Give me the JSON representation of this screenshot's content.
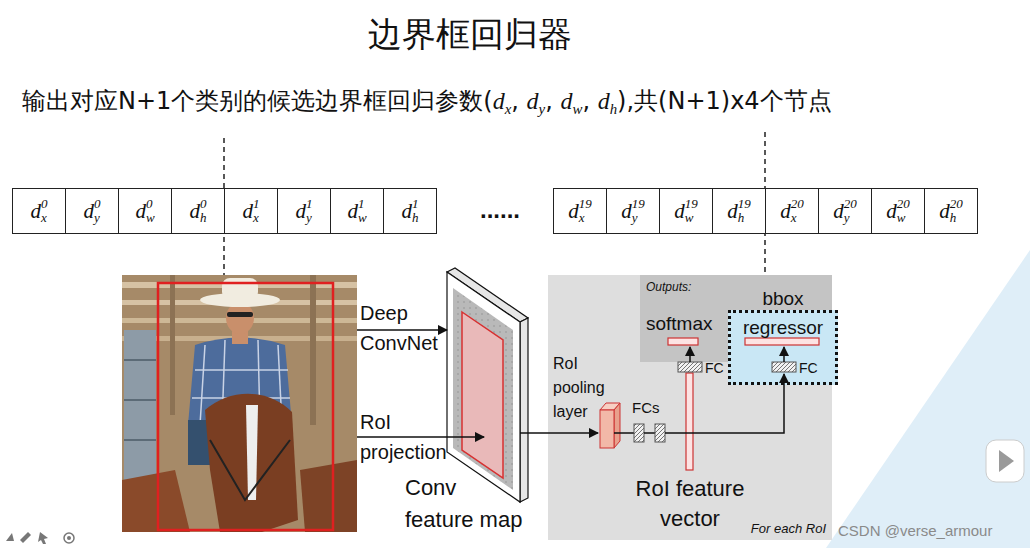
{
  "diagram": {
    "title": "边界框回归器",
    "nodes": [
      {
        "text": [
          "For each RoI"
        ]
      },
      {
        "text": [
          "Outputs:"
        ],
        "in": 0
      },
      {
        "text": [
          "bbox regressor"
        ],
        "in": 0
      }
    ],
    "labels": [
      "输出对应N+1个类别的候选边界框回归参数(dx, dy, dw, dh),共(N+1)x4个节点",
      "dx0",
      "dy0",
      "dw0",
      "dh0",
      "dx1",
      "dy1",
      "dw1",
      "dh1",
      "......",
      "dx19",
      "dy19",
      "dw19",
      "dh19",
      "dx20",
      "dy20",
      "dw20",
      "dh20",
      "Deep ConvNet",
      "RoI projection",
      "Conv feature map",
      "RoI pooling layer",
      "FCs",
      "RoI feature vector",
      "softmax",
      "FC",
      "FC",
      "CSDN @verse_armour"
    ]
  }
}
